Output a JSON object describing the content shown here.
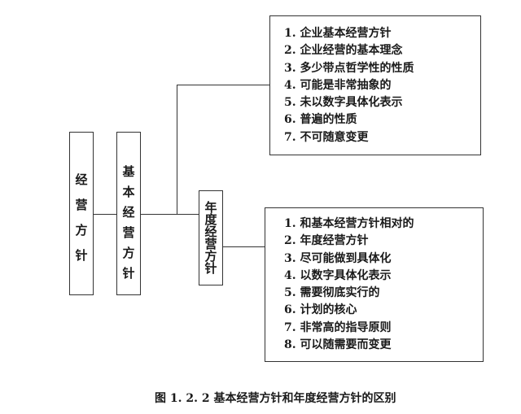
{
  "root": {
    "label": "经营方针",
    "chars": [
      "经",
      "营",
      "方",
      "针"
    ]
  },
  "basic": {
    "label": "基本经营方针",
    "chars": [
      "基",
      "本",
      "经",
      "营",
      "方",
      "针"
    ]
  },
  "annual": {
    "label": "年度经营方针",
    "chars": [
      "年",
      "度",
      "经",
      "营",
      "方",
      "针"
    ]
  },
  "basic_traits": [
    "1. 企业基本经营方针",
    "2. 企业经营的基本理念",
    "3. 多少带点哲学性的性质",
    "4. 可能是非常抽象的",
    "5. 未以数字具体化表示",
    "6. 普遍的性质",
    "7. 不可随意变更"
  ],
  "annual_traits": [
    "1. 和基本经营方针相对的",
    "2. 年度经营方针",
    "3. 尽可能做到具体化",
    "4. 以数字具体化表示",
    "5. 需要彻底实行的",
    "6. 计划的核心",
    "7. 非常高的指导原则",
    "8. 可以随需要而变更"
  ],
  "caption": "图 1. 2. 2  基本经营方针和年度经营方针的区别"
}
